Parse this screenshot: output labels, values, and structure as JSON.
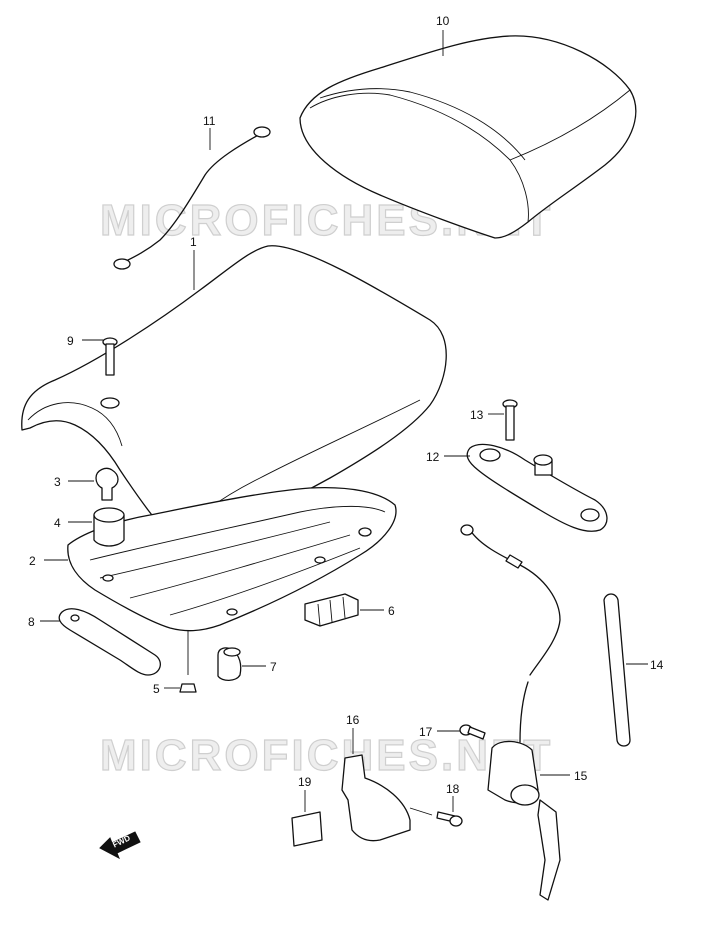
{
  "watermark": "MICROFICHES.NET",
  "fwd_label": "FWD",
  "callouts": [
    "1",
    "2",
    "3",
    "4",
    "5",
    "6",
    "7",
    "8",
    "9",
    "10",
    "11",
    "12",
    "13",
    "14",
    "15",
    "16",
    "17",
    "18",
    "19"
  ]
}
